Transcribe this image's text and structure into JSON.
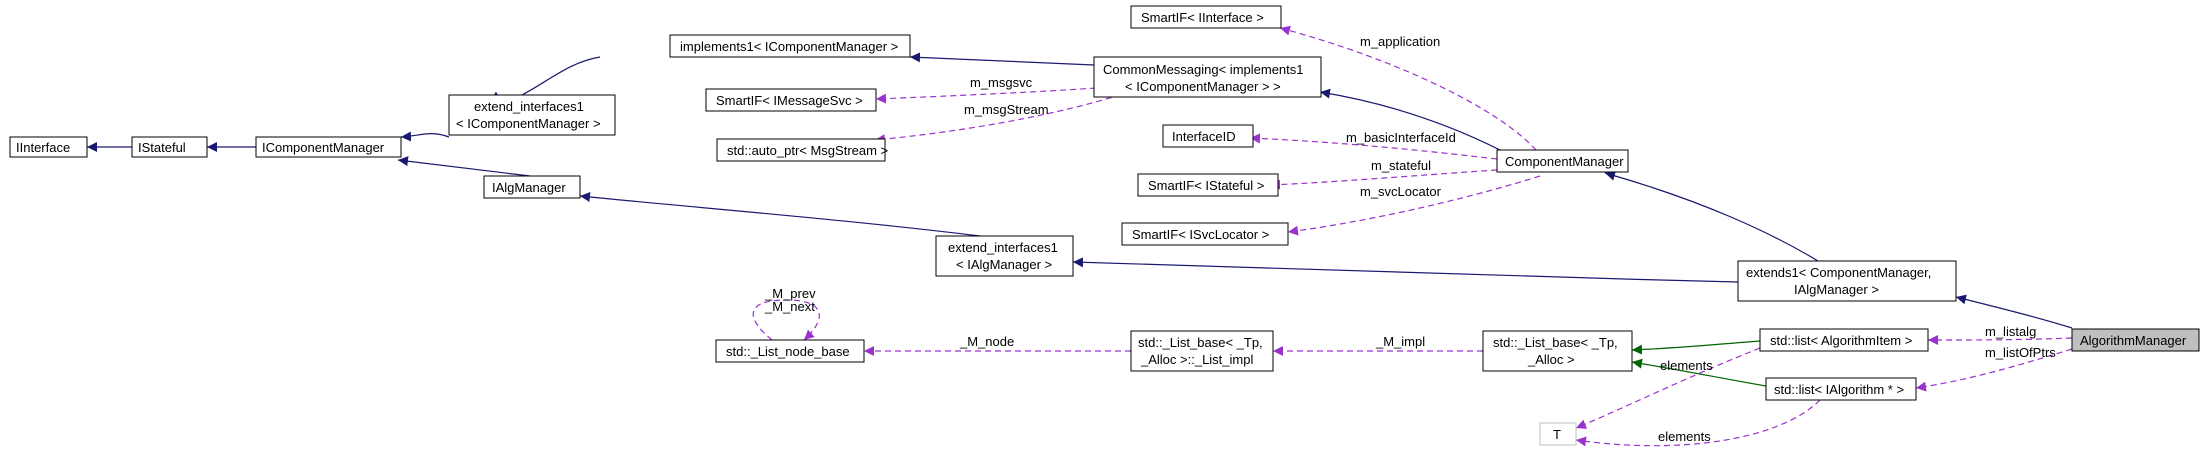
{
  "colors": {
    "inheritance": "#191970",
    "template": "#006400",
    "usage": "#9a32cd",
    "focus_fill": "#bfbfbf"
  },
  "nodes": {
    "iinterface": [
      "IInterface"
    ],
    "istateful": [
      "IStateful"
    ],
    "icomponentmanager": [
      "IComponentManager"
    ],
    "extend_icm": [
      "extend_interfaces1",
      "< IComponentManager >"
    ],
    "implements1_icm": [
      "implements1< IComponentManager >"
    ],
    "smartif_imsgsvc": [
      "SmartIF< IMessageSvc >"
    ],
    "auto_ptr_msgstream": [
      "std::auto_ptr< MsgStream >"
    ],
    "commonmessaging": [
      "CommonMessaging< implements1",
      "< IComponentManager > >"
    ],
    "smartif_iinterface": [
      "SmartIF< IInterface >"
    ],
    "interfaceid": [
      "InterfaceID"
    ],
    "smartif_istateful": [
      "SmartIF< IStateful >"
    ],
    "smartif_isvclocator": [
      "SmartIF< ISvcLocator >"
    ],
    "componentmanager": [
      "ComponentManager"
    ],
    "ialgmanager": [
      "IAlgManager"
    ],
    "extend_iam": [
      "extend_interfaces1",
      "< IAlgManager >"
    ],
    "extends1": [
      "extends1< ComponentManager,",
      " IAlgManager >"
    ],
    "list_node_base": [
      "std::_List_node_base"
    ],
    "list_impl": [
      "std::_List_base< _Tp,",
      " _Alloc >::_List_impl"
    ],
    "list_base": [
      "std::_List_base< _Tp,",
      " _Alloc >"
    ],
    "list_algitem": [
      "std::list< AlgorithmItem >"
    ],
    "list_ialg": [
      "std::list< IAlgorithm * >"
    ],
    "t": [
      "T"
    ],
    "algorithmmanager": [
      "AlgorithmManager"
    ]
  },
  "edge_labels": {
    "m_application": "m_application",
    "m_msgsvc": "m_msgsvc",
    "m_msgstream": "m_msgStream",
    "m_basicinterfaceid": "m_basicInterfaceId",
    "m_stateful": "m_stateful",
    "m_svclocator": "m_svcLocator",
    "m_prev": "_M_prev",
    "m_next": "_M_next",
    "m_node": "_M_node",
    "m_impl": "_M_impl",
    "elements_a": "elements",
    "elements_b": "elements",
    "m_listalg": "m_listalg",
    "m_listofptrs": "m_listOfPtrs"
  }
}
